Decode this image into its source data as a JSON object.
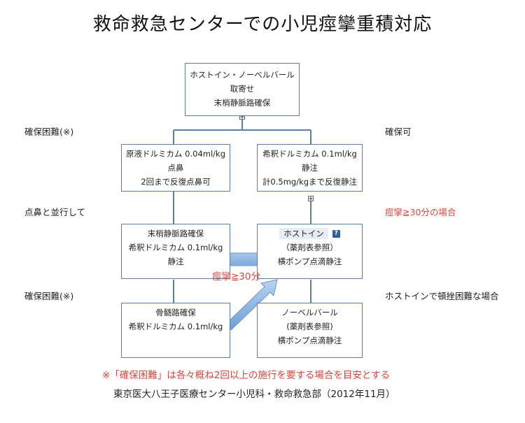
{
  "title": "救命救急センターでの小児痙攣重積対応",
  "boxes": {
    "top": [
      "ホストイン・ノーベルバール",
      "取寄せ",
      "末梢静脈路確保"
    ],
    "left1": [
      "原液ドルミカム 0.04ml/kg",
      "点鼻",
      "2回まで反復点鼻可"
    ],
    "right1": [
      "希釈ドルミカム 0.1ml/kg",
      "静注",
      "計0.5mg/kgまで反復静注"
    ],
    "left2": [
      "末梢静脈路確保",
      "希釈ドルミカム 0.1ml/kg",
      "静注"
    ],
    "right2": {
      "title": "ホストイン",
      "help_icon": "?",
      "lines": [
        "（薬剤表参照）",
        "横ポンプ点滴静注"
      ]
    },
    "left3": [
      "骨髄路確保",
      "希釈ドルミカム 0.1ml/kg"
    ],
    "right3": [
      "ノーベルバール",
      "(薬剤表参照)",
      "横ポンプ点滴静注"
    ]
  },
  "side_labels": {
    "left_difficult_1": "確保困難(※)",
    "right_possible": "確保可",
    "left_nasal": "点鼻と並行して",
    "right_seizure": "痙攣≧30分の場合",
    "left_difficult_2": "確保困難(※)",
    "right_fosphenytoin": "ホストインで頓挫困難な場合"
  },
  "arrow_label": "痙攣≧30分",
  "footnote": "※「確保困難」は各々概ね2回以上の施行を要する場合を目安とする",
  "source": "東京医大八王子医療センター小児科・救命救急部（2012年11月）",
  "colors": {
    "box_border": "#5a7fa6",
    "connector": "#5b7ea5",
    "arrow_fill": "#8fb6e3",
    "accent_red": "#d9453a",
    "help_icon": "#2f5fa3"
  },
  "icons": {
    "help": "question-mark-icon",
    "expand": "expand-toggle-icon",
    "arrow": "block-arrow-icon"
  }
}
